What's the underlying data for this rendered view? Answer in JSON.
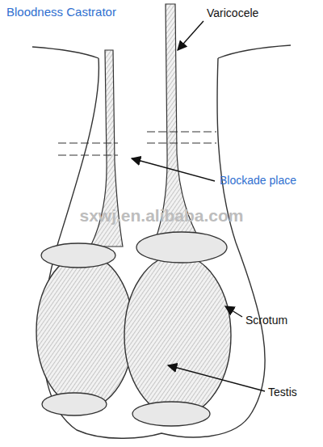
{
  "diagram": {
    "title": "Bloodness Castrator",
    "labels": [
      "Varicocele",
      "Blockade place",
      "Scrotum",
      "Testis",
      "sxwj.en.alibaba.com"
    ]
  }
}
